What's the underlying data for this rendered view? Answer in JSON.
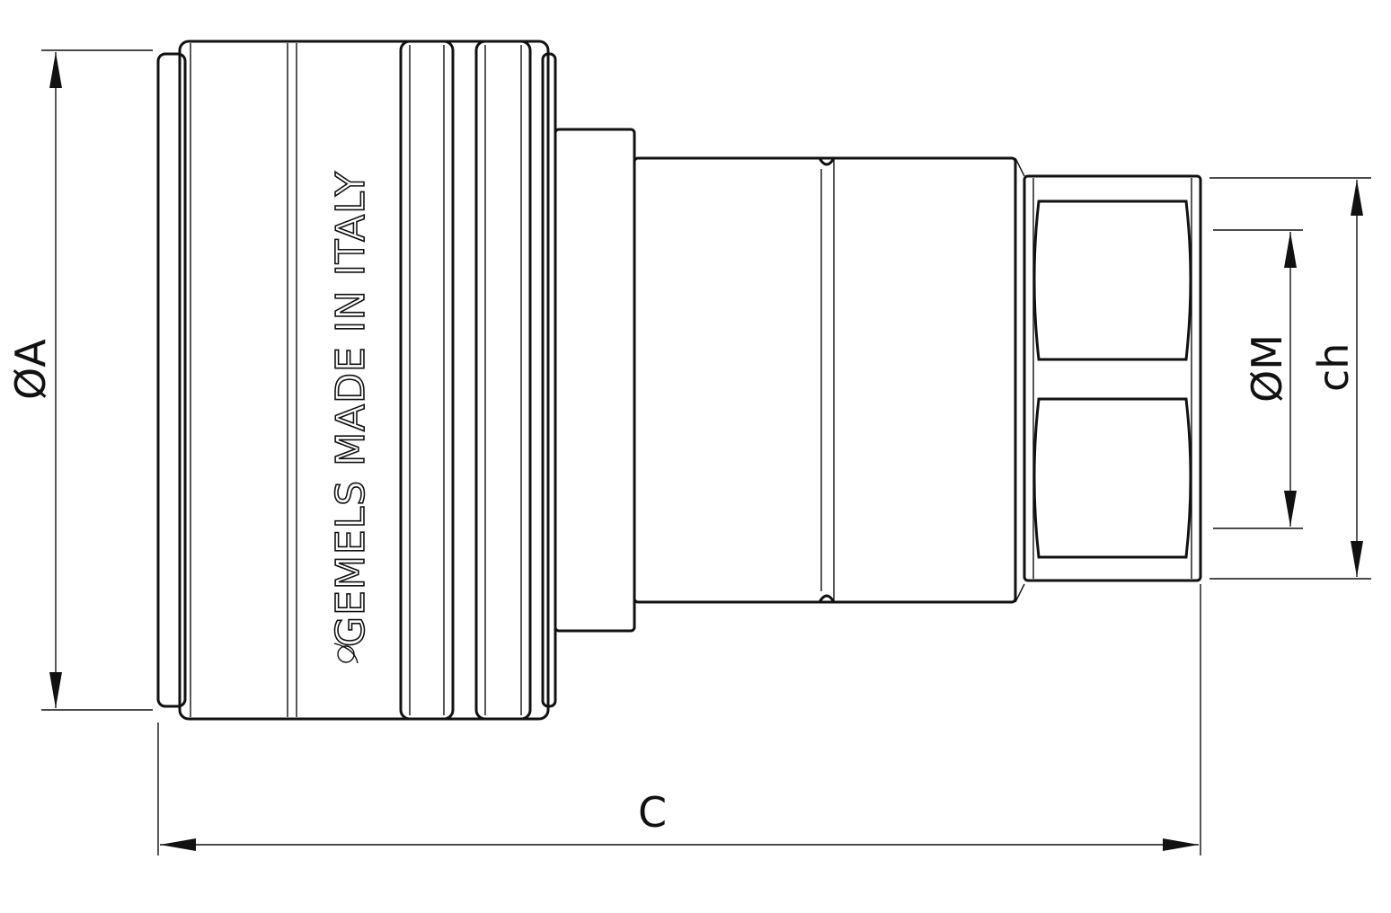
{
  "drawing": {
    "subject": "quick-coupling side view",
    "engraving": "GEMELS MADE IN ITALY",
    "dimensions": {
      "outer_diameter": "ØA",
      "length": "C",
      "thread_diameter": "ØM",
      "hex_size": "ch"
    }
  }
}
